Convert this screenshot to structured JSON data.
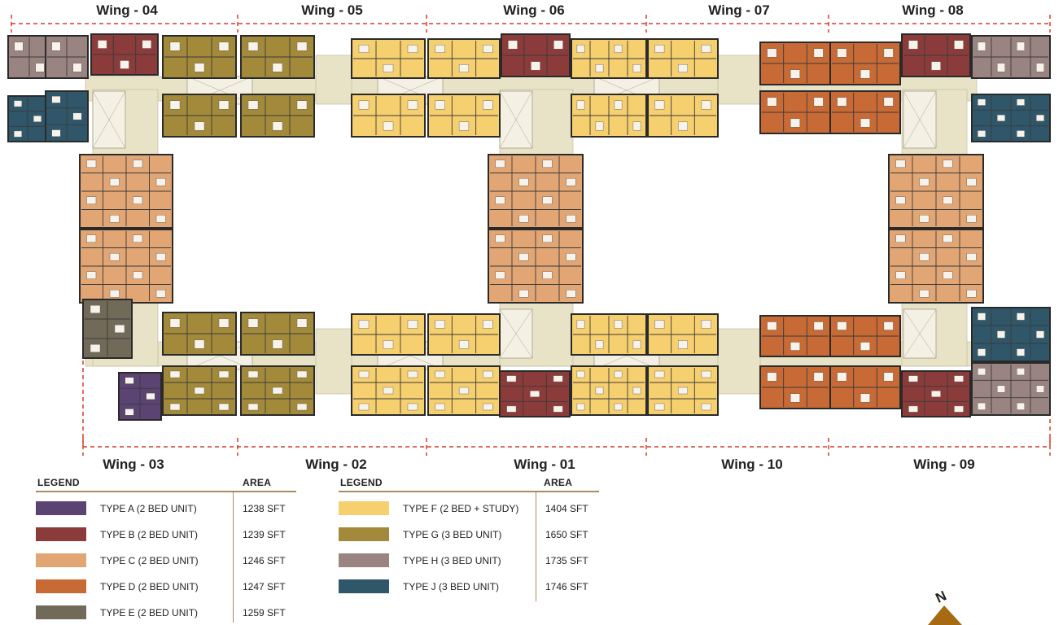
{
  "wings": {
    "top": [
      "Wing - 04",
      "Wing - 05",
      "Wing - 06",
      "Wing - 07",
      "Wing - 08"
    ],
    "bottom": [
      "Wing - 03",
      "Wing - 02",
      "Wing - 01",
      "Wing - 10",
      "Wing - 09"
    ]
  },
  "legend_left": {
    "header_label": "LEGEND",
    "header_area": "AREA",
    "rows": [
      {
        "label": "TYPE A (2 BED UNIT)",
        "area": "1238 SFT",
        "color": "#5b4372"
      },
      {
        "label": "TYPE B (2 BED UNIT)",
        "area": "1239 SFT",
        "color": "#8c3b3b"
      },
      {
        "label": "TYPE C (2 BED UNIT)",
        "area": "1246 SFT",
        "color": "#e2a574"
      },
      {
        "label": "TYPE D (2 BED UNIT)",
        "area": "1247 SFT",
        "color": "#c86a35"
      },
      {
        "label": "TYPE E (2 BED UNIT)",
        "area": "1259 SFT",
        "color": "#726a58"
      }
    ]
  },
  "legend_right": {
    "header_label": "LEGEND",
    "header_area": "AREA",
    "rows": [
      {
        "label": "TYPE F (2 BED + STUDY)",
        "area": "1404 SFT",
        "color": "#f6cf6e"
      },
      {
        "label": "TYPE G (3 BED UNIT)",
        "area": "1650 SFT",
        "color": "#a38a3b"
      },
      {
        "label": "TYPE H (3 BED UNIT)",
        "area": "1735 SFT",
        "color": "#9a8482"
      },
      {
        "label": "TYPE J (3 BED UNIT)",
        "area": "1746 SFT",
        "color": "#2f5669"
      }
    ]
  },
  "north_label": "N",
  "colors": {
    "divider": "#d63a2a",
    "corridor": "#e8e3c6",
    "stair": "#f4f1e4",
    "wall": "#2a2a2a",
    "legend_rule": "#a58e5e",
    "north_arrow": "#a76a12"
  }
}
